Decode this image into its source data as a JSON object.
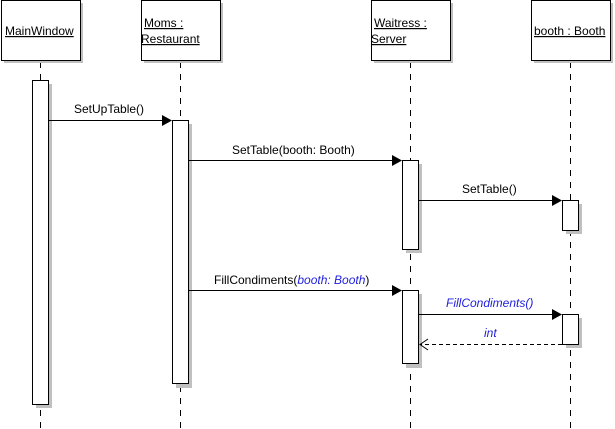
{
  "diagram": {
    "type": "UML sequence diagram",
    "colors": {
      "line": "#000000",
      "shadow": "#c0c0c0",
      "box_fill": "#ffffff",
      "italic_text": "#1f1fdc"
    },
    "lifelines": [
      {
        "id": "mainwindow",
        "label_lines": [
          "MainWindow"
        ]
      },
      {
        "id": "moms",
        "label_lines": [
          "Moms :",
          "Restaurant"
        ]
      },
      {
        "id": "waitress",
        "label_lines": [
          "Waitress :",
          "Server"
        ]
      },
      {
        "id": "booth",
        "label_lines": [
          "booth : Booth"
        ]
      }
    ],
    "messages": [
      {
        "id": "setuptable",
        "from": "mainwindow",
        "to": "moms",
        "kind": "sync",
        "parts": [
          {
            "text": "SetUpTable()",
            "style": "normal"
          }
        ]
      },
      {
        "id": "settable-booth",
        "from": "moms",
        "to": "waitress",
        "kind": "sync",
        "parts": [
          {
            "text": "SetTable(booth: Booth)",
            "style": "normal"
          }
        ]
      },
      {
        "id": "settable",
        "from": "waitress",
        "to": "booth",
        "kind": "sync",
        "parts": [
          {
            "text": "SetTable()",
            "style": "normal"
          }
        ]
      },
      {
        "id": "fillcondiments-booth",
        "from": "moms",
        "to": "waitress",
        "kind": "sync",
        "parts": [
          {
            "text": "FillCondiments(",
            "style": "normal"
          },
          {
            "text": "booth: Booth",
            "style": "italic-blue"
          },
          {
            "text": ")",
            "style": "normal"
          }
        ]
      },
      {
        "id": "fillcondiments",
        "from": "waitress",
        "to": "booth",
        "kind": "sync",
        "parts": [
          {
            "text": "FillCondiments()",
            "style": "italic-blue"
          }
        ]
      },
      {
        "id": "return-int",
        "from": "booth",
        "to": "waitress",
        "kind": "return",
        "parts": [
          {
            "text": "int",
            "style": "italic-blue"
          }
        ]
      }
    ]
  }
}
